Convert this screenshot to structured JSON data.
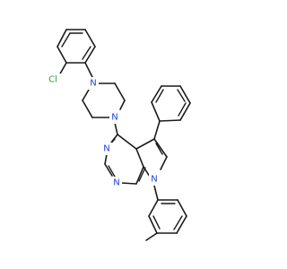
{
  "molecule": {
    "atom_labels": {
      "chlorine": "Cl",
      "piperazine_n_top": "N",
      "piperazine_n_bottom": "N",
      "pyrimidine_n_upper": "N",
      "pyrimidine_n_lower": "N",
      "pyrrole_n": "N"
    },
    "colors": {
      "bond": "#1a1a1a",
      "nitrogen": "#1f3fd6",
      "chlorine": "#2ea12e",
      "background": "#ffffff"
    }
  }
}
